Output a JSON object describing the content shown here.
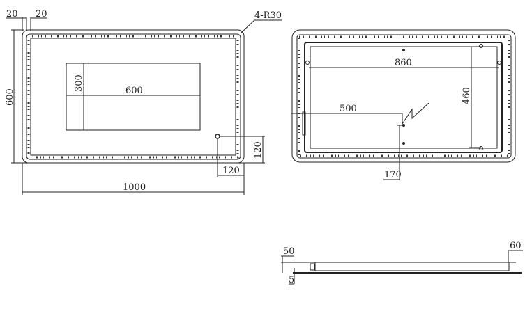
{
  "front_view": {
    "frame_left": "20",
    "frame_inner": "20",
    "corner_radius": "4-R30",
    "height": "600",
    "width": "1000",
    "sensor_height": "300",
    "sensor_width": "600",
    "button_offset_bottom": "120",
    "button_offset_right": "120"
  },
  "back_view": {
    "bracket_width": "860",
    "bracket_height": "460",
    "wire_offset_x": "500",
    "wire_offset_y": "170"
  },
  "side_view": {
    "depth": "50",
    "gap": "5",
    "edge": "60"
  }
}
